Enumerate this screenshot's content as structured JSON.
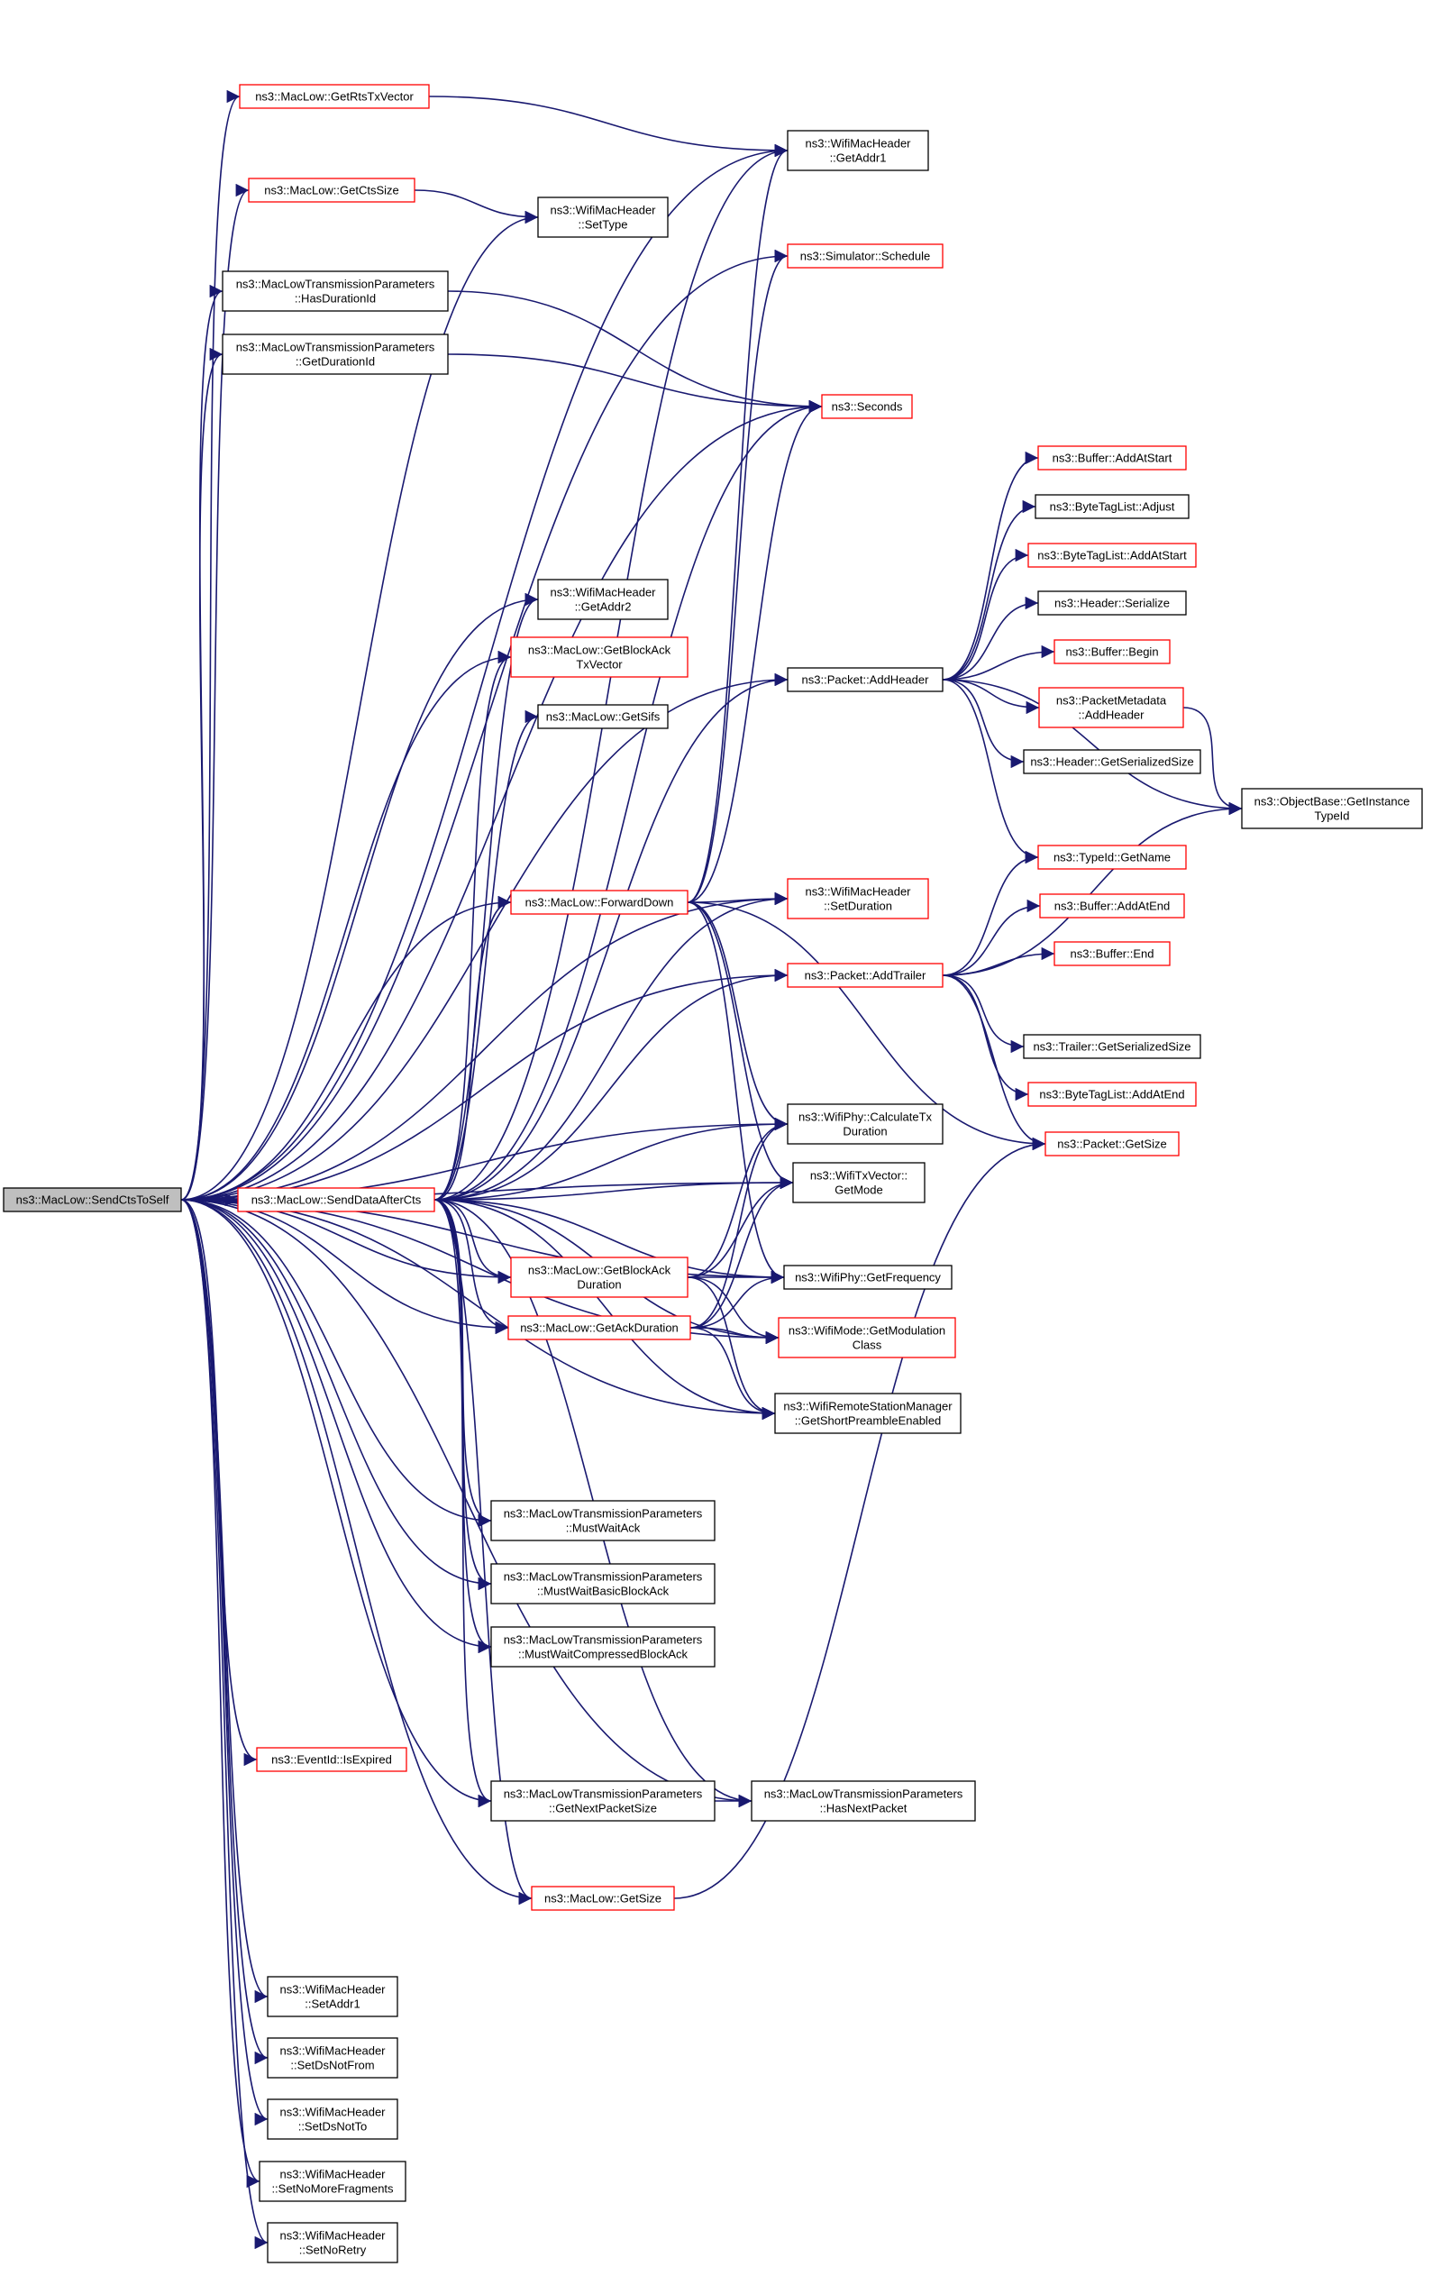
{
  "colors": {
    "edge": "#191970",
    "node_border": "#000000",
    "linked_border": "#ff0000",
    "root_fill": "#bfbfbf",
    "background": "#ffffff"
  },
  "nodes": [
    {
      "id": "SendCtsToSelf",
      "lines": [
        "ns3::MacLow::SendCtsToSelf"
      ],
      "style": "root"
    },
    {
      "id": "GetRtsTxVector",
      "lines": [
        "ns3::MacLow::GetRtsTxVector"
      ],
      "style": "red"
    },
    {
      "id": "GetCtsSize",
      "lines": [
        "ns3::MacLow::GetCtsSize"
      ],
      "style": "red"
    },
    {
      "id": "HasDurationId",
      "lines": [
        "ns3::MacLowTransmissionParameters",
        "::HasDurationId"
      ],
      "style": "black"
    },
    {
      "id": "GetDurationId",
      "lines": [
        "ns3::MacLowTransmissionParameters",
        "::GetDurationId"
      ],
      "style": "black"
    },
    {
      "id": "GetAddr1",
      "lines": [
        "ns3::WifiMacHeader",
        "::GetAddr1"
      ],
      "style": "black"
    },
    {
      "id": "SetType",
      "lines": [
        "ns3::WifiMacHeader",
        "::SetType"
      ],
      "style": "black"
    },
    {
      "id": "Schedule",
      "lines": [
        "ns3::Simulator::Schedule"
      ],
      "style": "red"
    },
    {
      "id": "Seconds",
      "lines": [
        "ns3::Seconds"
      ],
      "style": "red"
    },
    {
      "id": "BufAddAtStart",
      "lines": [
        "ns3::Buffer::AddAtStart"
      ],
      "style": "red"
    },
    {
      "id": "BTLAdjust",
      "lines": [
        "ns3::ByteTagList::Adjust"
      ],
      "style": "black"
    },
    {
      "id": "BTLAddAtStart",
      "lines": [
        "ns3::ByteTagList::AddAtStart"
      ],
      "style": "red"
    },
    {
      "id": "HdrSerialize",
      "lines": [
        "ns3::Header::Serialize"
      ],
      "style": "black"
    },
    {
      "id": "BufBegin",
      "lines": [
        "ns3::Buffer::Begin"
      ],
      "style": "red"
    },
    {
      "id": "PMAddHeader",
      "lines": [
        "ns3::PacketMetadata",
        "::AddHeader"
      ],
      "style": "red"
    },
    {
      "id": "HdrGetSerSize",
      "lines": [
        "ns3::Header::GetSerializedSize"
      ],
      "style": "black"
    },
    {
      "id": "GetInstanceTypeId",
      "lines": [
        "ns3::ObjectBase::GetInstance",
        "TypeId"
      ],
      "style": "black"
    },
    {
      "id": "PktAddHeader",
      "lines": [
        "ns3::Packet::AddHeader"
      ],
      "style": "black"
    },
    {
      "id": "GetAddr2",
      "lines": [
        "ns3::WifiMacHeader",
        "::GetAddr2"
      ],
      "style": "black"
    },
    {
      "id": "GetBlockAckTxVector",
      "lines": [
        "ns3::MacLow::GetBlockAck",
        "TxVector"
      ],
      "style": "red"
    },
    {
      "id": "GetSifs",
      "lines": [
        "ns3::MacLow::GetSifs"
      ],
      "style": "black"
    },
    {
      "id": "ForwardDown",
      "lines": [
        "ns3::MacLow::ForwardDown"
      ],
      "style": "red"
    },
    {
      "id": "SetDuration",
      "lines": [
        "ns3::WifiMacHeader",
        "::SetDuration"
      ],
      "style": "red"
    },
    {
      "id": "TypeIdGetName",
      "lines": [
        "ns3::TypeId::GetName"
      ],
      "style": "red"
    },
    {
      "id": "BufAddAtEnd",
      "lines": [
        "ns3::Buffer::AddAtEnd"
      ],
      "style": "red"
    },
    {
      "id": "BufEnd",
      "lines": [
        "ns3::Buffer::End"
      ],
      "style": "red"
    },
    {
      "id": "PktAddTrailer",
      "lines": [
        "ns3::Packet::AddTrailer"
      ],
      "style": "red"
    },
    {
      "id": "TrlGetSerSize",
      "lines": [
        "ns3::Trailer::GetSerializedSize"
      ],
      "style": "black"
    },
    {
      "id": "BTLAddAtEnd",
      "lines": [
        "ns3::ByteTagList::AddAtEnd"
      ],
      "style": "red"
    },
    {
      "id": "PktGetSize",
      "lines": [
        "ns3::Packet::GetSize"
      ],
      "style": "red"
    },
    {
      "id": "CalcTxDuration",
      "lines": [
        "ns3::WifiPhy::CalculateTx",
        "Duration"
      ],
      "style": "black"
    },
    {
      "id": "SendDataAfterCts",
      "lines": [
        "ns3::MacLow::SendDataAfterCts"
      ],
      "style": "red"
    },
    {
      "id": "TxVecGetMode",
      "lines": [
        "ns3::WifiTxVector::",
        "GetMode"
      ],
      "style": "black"
    },
    {
      "id": "GetBlockAckDuration",
      "lines": [
        "ns3::MacLow::GetBlockAck",
        "Duration"
      ],
      "style": "red"
    },
    {
      "id": "GetFrequency",
      "lines": [
        "ns3::WifiPhy::GetFrequency"
      ],
      "style": "black"
    },
    {
      "id": "GetAckDuration",
      "lines": [
        "ns3::MacLow::GetAckDuration"
      ],
      "style": "red"
    },
    {
      "id": "GetModulationClass",
      "lines": [
        "ns3::WifiMode::GetModulation",
        "Class"
      ],
      "style": "red"
    },
    {
      "id": "GetShortPreamble",
      "lines": [
        "ns3::WifiRemoteStationManager",
        "::GetShortPreambleEnabled"
      ],
      "style": "black"
    },
    {
      "id": "MustWaitAck",
      "lines": [
        "ns3::MacLowTransmissionParameters",
        "::MustWaitAck"
      ],
      "style": "black"
    },
    {
      "id": "MustWaitBasicBlockAck",
      "lines": [
        "ns3::MacLowTransmissionParameters",
        "::MustWaitBasicBlockAck"
      ],
      "style": "black"
    },
    {
      "id": "MustWaitCompressedBlockAck",
      "lines": [
        "ns3::MacLowTransmissionParameters",
        "::MustWaitCompressedBlockAck"
      ],
      "style": "black"
    },
    {
      "id": "IsExpired",
      "lines": [
        "ns3::EventId::IsExpired"
      ],
      "style": "red"
    },
    {
      "id": "GetNextPacketSize",
      "lines": [
        "ns3::MacLowTransmissionParameters",
        "::GetNextPacketSize"
      ],
      "style": "black"
    },
    {
      "id": "HasNextPacket",
      "lines": [
        "ns3::MacLowTransmissionParameters",
        "::HasNextPacket"
      ],
      "style": "black"
    },
    {
      "id": "MacLowGetSize",
      "lines": [
        "ns3::MacLow::GetSize"
      ],
      "style": "red"
    },
    {
      "id": "SetAddr1",
      "lines": [
        "ns3::WifiMacHeader",
        "::SetAddr1"
      ],
      "style": "black"
    },
    {
      "id": "SetDsNotFrom",
      "lines": [
        "ns3::WifiMacHeader",
        "::SetDsNotFrom"
      ],
      "style": "black"
    },
    {
      "id": "SetDsNotTo",
      "lines": [
        "ns3::WifiMacHeader",
        "::SetDsNotTo"
      ],
      "style": "black"
    },
    {
      "id": "SetNoMoreFragments",
      "lines": [
        "ns3::WifiMacHeader",
        "::SetNoMoreFragments"
      ],
      "style": "black"
    },
    {
      "id": "SetNoRetry",
      "lines": [
        "ns3::WifiMacHeader",
        "::SetNoRetry"
      ],
      "style": "black"
    }
  ],
  "edges": [
    [
      "SendCtsToSelf",
      "GetRtsTxVector"
    ],
    [
      "SendCtsToSelf",
      "GetCtsSize"
    ],
    [
      "SendCtsToSelf",
      "HasDurationId"
    ],
    [
      "SendCtsToSelf",
      "GetDurationId"
    ],
    [
      "SendCtsToSelf",
      "GetAddr1"
    ],
    [
      "SendCtsToSelf",
      "SetType"
    ],
    [
      "SendCtsToSelf",
      "Schedule"
    ],
    [
      "SendCtsToSelf",
      "Seconds"
    ],
    [
      "SendCtsToSelf",
      "PktAddHeader"
    ],
    [
      "SendCtsToSelf",
      "GetAddr2"
    ],
    [
      "SendCtsToSelf",
      "GetBlockAckTxVector"
    ],
    [
      "SendCtsToSelf",
      "ForwardDown"
    ],
    [
      "SendCtsToSelf",
      "SetDuration"
    ],
    [
      "SendCtsToSelf",
      "PktAddTrailer"
    ],
    [
      "SendCtsToSelf",
      "CalcTxDuration"
    ],
    [
      "SendCtsToSelf",
      "SendDataAfterCts"
    ],
    [
      "SendCtsToSelf",
      "TxVecGetMode"
    ],
    [
      "SendCtsToSelf",
      "GetBlockAckDuration"
    ],
    [
      "SendCtsToSelf",
      "GetAckDuration"
    ],
    [
      "SendCtsToSelf",
      "GetModulationClass"
    ],
    [
      "SendCtsToSelf",
      "GetShortPreamble"
    ],
    [
      "SendCtsToSelf",
      "MustWaitAck"
    ],
    [
      "SendCtsToSelf",
      "MustWaitBasicBlockAck"
    ],
    [
      "SendCtsToSelf",
      "MustWaitCompressedBlockAck"
    ],
    [
      "SendCtsToSelf",
      "IsExpired"
    ],
    [
      "SendCtsToSelf",
      "GetNextPacketSize"
    ],
    [
      "SendCtsToSelf",
      "HasNextPacket"
    ],
    [
      "SendCtsToSelf",
      "MacLowGetSize"
    ],
    [
      "SendCtsToSelf",
      "SetAddr1"
    ],
    [
      "SendCtsToSelf",
      "SetDsNotFrom"
    ],
    [
      "SendCtsToSelf",
      "SetDsNotTo"
    ],
    [
      "SendCtsToSelf",
      "SetNoMoreFragments"
    ],
    [
      "SendCtsToSelf",
      "SetNoRetry"
    ],
    [
      "SendCtsToSelf",
      "GetFrequency"
    ],
    [
      "GetRtsTxVector",
      "GetAddr1"
    ],
    [
      "GetCtsSize",
      "SetType"
    ],
    [
      "HasDurationId",
      "Seconds"
    ],
    [
      "GetDurationId",
      "Seconds"
    ],
    [
      "PktAddHeader",
      "BufAddAtStart"
    ],
    [
      "PktAddHeader",
      "BTLAdjust"
    ],
    [
      "PktAddHeader",
      "BTLAddAtStart"
    ],
    [
      "PktAddHeader",
      "HdrSerialize"
    ],
    [
      "PktAddHeader",
      "BufBegin"
    ],
    [
      "PktAddHeader",
      "PMAddHeader"
    ],
    [
      "PktAddHeader",
      "HdrGetSerSize"
    ],
    [
      "PktAddHeader",
      "GetInstanceTypeId"
    ],
    [
      "PktAddHeader",
      "TypeIdGetName"
    ],
    [
      "PMAddHeader",
      "GetInstanceTypeId"
    ],
    [
      "PktAddTrailer",
      "TypeIdGetName"
    ],
    [
      "PktAddTrailer",
      "BufAddAtEnd"
    ],
    [
      "PktAddTrailer",
      "BufEnd"
    ],
    [
      "PktAddTrailer",
      "TrlGetSerSize"
    ],
    [
      "PktAddTrailer",
      "BTLAddAtEnd"
    ],
    [
      "PktAddTrailer",
      "PktGetSize"
    ],
    [
      "PktAddTrailer",
      "GetInstanceTypeId"
    ],
    [
      "ForwardDown",
      "GetAddr1"
    ],
    [
      "ForwardDown",
      "Schedule"
    ],
    [
      "ForwardDown",
      "Seconds"
    ],
    [
      "ForwardDown",
      "PktGetSize"
    ],
    [
      "ForwardDown",
      "CalcTxDuration"
    ],
    [
      "ForwardDown",
      "TxVecGetMode"
    ],
    [
      "ForwardDown",
      "GetFrequency"
    ],
    [
      "ForwardDown",
      "SetDuration"
    ],
    [
      "SendDataAfterCts",
      "GetAddr2"
    ],
    [
      "SendDataAfterCts",
      "GetBlockAckTxVector"
    ],
    [
      "SendDataAfterCts",
      "GetSifs"
    ],
    [
      "SendDataAfterCts",
      "ForwardDown"
    ],
    [
      "SendDataAfterCts",
      "Seconds"
    ],
    [
      "SendDataAfterCts",
      "PktAddHeader"
    ],
    [
      "SendDataAfterCts",
      "SetDuration"
    ],
    [
      "SendDataAfterCts",
      "PktAddTrailer"
    ],
    [
      "SendDataAfterCts",
      "CalcTxDuration"
    ],
    [
      "SendDataAfterCts",
      "TxVecGetMode"
    ],
    [
      "SendDataAfterCts",
      "GetBlockAckDuration"
    ],
    [
      "SendDataAfterCts",
      "GetFrequency"
    ],
    [
      "SendDataAfterCts",
      "GetAckDuration"
    ],
    [
      "SendDataAfterCts",
      "GetModulationClass"
    ],
    [
      "SendDataAfterCts",
      "GetShortPreamble"
    ],
    [
      "SendDataAfterCts",
      "MustWaitAck"
    ],
    [
      "SendDataAfterCts",
      "MustWaitBasicBlockAck"
    ],
    [
      "SendDataAfterCts",
      "MustWaitCompressedBlockAck"
    ],
    [
      "SendDataAfterCts",
      "GetNextPacketSize"
    ],
    [
      "SendDataAfterCts",
      "HasNextPacket"
    ],
    [
      "SendDataAfterCts",
      "MacLowGetSize"
    ],
    [
      "SendDataAfterCts",
      "GetAddr1"
    ],
    [
      "GetBlockAckDuration",
      "CalcTxDuration"
    ],
    [
      "GetBlockAckDuration",
      "TxVecGetMode"
    ],
    [
      "GetBlockAckDuration",
      "GetFrequency"
    ],
    [
      "GetBlockAckDuration",
      "GetModulationClass"
    ],
    [
      "GetBlockAckDuration",
      "GetShortPreamble"
    ],
    [
      "GetAckDuration",
      "CalcTxDuration"
    ],
    [
      "GetAckDuration",
      "TxVecGetMode"
    ],
    [
      "GetAckDuration",
      "GetFrequency"
    ],
    [
      "GetAckDuration",
      "GetModulationClass"
    ],
    [
      "GetAckDuration",
      "GetShortPreamble"
    ],
    [
      "GetNextPacketSize",
      "HasNextPacket"
    ],
    [
      "MacLowGetSize",
      "PktGetSize"
    ]
  ]
}
